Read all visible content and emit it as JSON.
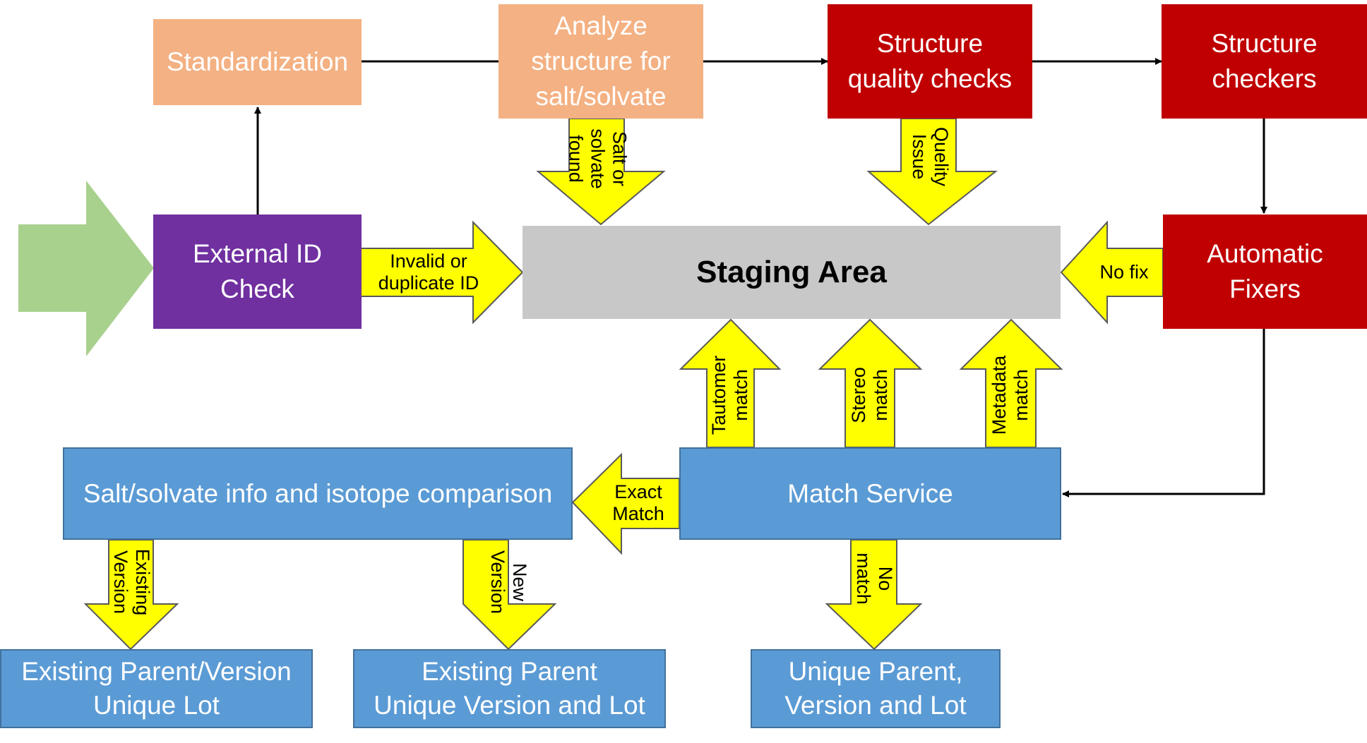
{
  "boxes": {
    "standardization": "Standardization",
    "analyze_line1": "Analyze",
    "analyze_line2": "structure for",
    "analyze_line3": "salt/solvate",
    "quality_line1": "Structure",
    "quality_line2": "quality checks",
    "checkers_line1": "Structure",
    "checkers_line2": "checkers",
    "external_line1": "External ID",
    "external_line2": "Check",
    "staging": "Staging Area",
    "fixers_line1": "Automatic",
    "fixers_line2": "Fixers",
    "salt_info": "Salt/solvate info and isotope comparison",
    "match_service": "Match Service",
    "existing_pv_line1": "Existing Parent/Version",
    "existing_pv_line2": "Unique Lot",
    "existing_p_line1": "Existing Parent",
    "existing_p_line2": "Unique Version and Lot",
    "unique_line1": "Unique Parent,",
    "unique_line2": "Version and Lot"
  },
  "arrows": {
    "invalid_line1": "Invalid or",
    "invalid_line2": "duplicate ID",
    "salt_found_line1": "Salt or",
    "salt_found_line2": "solvate",
    "salt_found_line3": "found",
    "quality_issue_line1": "Quelity",
    "quality_issue_line2": "Issue",
    "no_fix": "No fix",
    "tautomer_line1": "Tautomer",
    "tautomer_line2": "match",
    "stereo_line1": "Stereo",
    "stereo_line2": "match",
    "metadata_line1": "Metadata",
    "metadata_line2": "match",
    "exact_line1": "Exact",
    "exact_line2": "Match",
    "existing_version_line1": "Existing",
    "existing_version_line2": "Version",
    "new_version_line1": "New",
    "new_version_line2": "Version",
    "no_match_line1": "No",
    "no_match_line2": "match"
  },
  "colors": {
    "orange": "#f4b183",
    "red": "#c00000",
    "purple": "#7030a0",
    "grey": "#c8c8c8",
    "blue": "#5b9bd5",
    "yellow_arrow": "#ffff00",
    "green_arrow": "#a9d18e"
  }
}
